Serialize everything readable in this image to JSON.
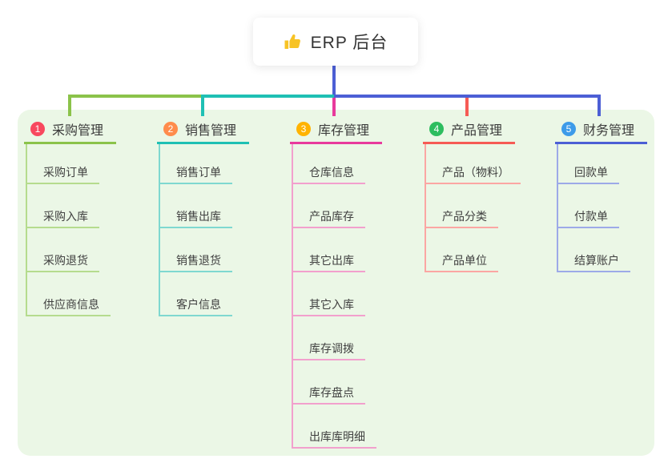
{
  "root": {
    "title": "ERP 后台",
    "icon": "thumbs-up-icon",
    "icon_color": "#f7c325"
  },
  "colors": {
    "panel_bg": "#ebf7e6",
    "root_line_color": "#4c5fd5",
    "text_color": "#3b3b3b"
  },
  "branches": [
    {
      "index": "1",
      "title": "采购管理",
      "badge_color": "#f8485e",
      "line_color": "#8bc34a",
      "light_color": "#b5dc8e",
      "children": [
        "采购订单",
        "采购入库",
        "采购退货",
        "供应商信息"
      ]
    },
    {
      "index": "2",
      "title": "销售管理",
      "badge_color": "#ff8c4c",
      "line_color": "#1fc0b4",
      "light_color": "#7fd8d0",
      "children": [
        "销售订单",
        "销售出库",
        "销售退货",
        "客户信息"
      ]
    },
    {
      "index": "3",
      "title": "库存管理",
      "badge_color": "#ffb300",
      "line_color": "#e83a9c",
      "light_color": "#f2a0cd",
      "children": [
        "仓库信息",
        "产品库存",
        "其它出库",
        "其它入库",
        "库存调拨",
        "库存盘点",
        "出库库明细"
      ]
    },
    {
      "index": "4",
      "title": "产品管理",
      "badge_color": "#2dbd5f",
      "line_color": "#f65b55",
      "light_color": "#fba6a3",
      "children": [
        "产品（物料）",
        "产品分类",
        "产品单位"
      ]
    },
    {
      "index": "5",
      "title": "财务管理",
      "badge_color": "#3d9be9",
      "line_color": "#4c5fd5",
      "light_color": "#9daae8",
      "children": [
        "回款单",
        "付款单",
        "结算账户"
      ]
    }
  ]
}
